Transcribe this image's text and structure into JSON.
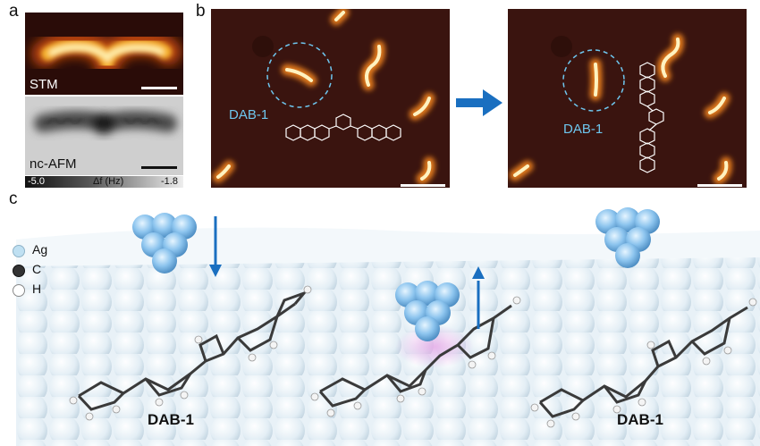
{
  "panel_labels": {
    "a": "a",
    "b": "b",
    "c": "c"
  },
  "panel_a": {
    "stm_label": "STM",
    "afm_label": "nc-AFM",
    "colorbar": {
      "min": "-5.0",
      "unit": "Δf (Hz)",
      "max": "-1.8"
    }
  },
  "panel_b": {
    "left_molecule_label": "DAB-1",
    "right_molecule_label": "DAB-1"
  },
  "panel_c": {
    "legend": [
      {
        "label": "Ag",
        "color": "#bfe0f2"
      },
      {
        "label": "C",
        "color": "#333333"
      },
      {
        "label": "H",
        "color": "#ffffff"
      }
    ],
    "left_label": "DAB-1",
    "right_label": "DAB-1"
  },
  "colors": {
    "tip_blue": "#1a6fc0",
    "dab_cyan": "#6ec6ee",
    "surface_ag": "#dfeef6",
    "stm_background": "#2a0c08"
  }
}
